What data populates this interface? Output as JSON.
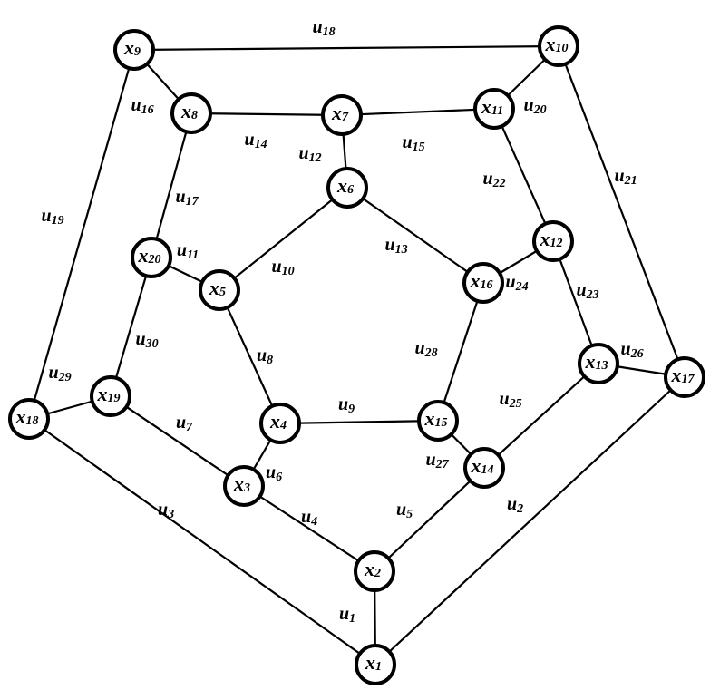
{
  "graph": {
    "nodes": [
      {
        "id": "x1",
        "base": "x",
        "sub": "1"
      },
      {
        "id": "x2",
        "base": "x",
        "sub": "2"
      },
      {
        "id": "x3",
        "base": "x",
        "sub": "3"
      },
      {
        "id": "x4",
        "base": "x",
        "sub": "4"
      },
      {
        "id": "x5",
        "base": "x",
        "sub": "5"
      },
      {
        "id": "x6",
        "base": "x",
        "sub": "6"
      },
      {
        "id": "x7",
        "base": "x",
        "sub": "7"
      },
      {
        "id": "x8",
        "base": "x",
        "sub": "8"
      },
      {
        "id": "x9",
        "base": "x",
        "sub": "9"
      },
      {
        "id": "x10",
        "base": "x",
        "sub": "10"
      },
      {
        "id": "x11",
        "base": "x",
        "sub": "11"
      },
      {
        "id": "x12",
        "base": "x",
        "sub": "12"
      },
      {
        "id": "x13",
        "base": "x",
        "sub": "13"
      },
      {
        "id": "x14",
        "base": "x",
        "sub": "14"
      },
      {
        "id": "x15",
        "base": "x",
        "sub": "15"
      },
      {
        "id": "x16",
        "base": "x",
        "sub": "16"
      },
      {
        "id": "x17",
        "base": "x",
        "sub": "17"
      },
      {
        "id": "x18",
        "base": "x",
        "sub": "18"
      },
      {
        "id": "x19",
        "base": "x",
        "sub": "19"
      },
      {
        "id": "x20",
        "base": "x",
        "sub": "20"
      }
    ],
    "edges": [
      {
        "id": "u1",
        "from": "x1",
        "to": "x2",
        "base": "u",
        "sub": "1"
      },
      {
        "id": "u2",
        "from": "x1",
        "to": "x17",
        "base": "u",
        "sub": "2"
      },
      {
        "id": "u3",
        "from": "x1",
        "to": "x18",
        "base": "u",
        "sub": "3"
      },
      {
        "id": "u4",
        "from": "x2",
        "to": "x3",
        "base": "u",
        "sub": "4"
      },
      {
        "id": "u5",
        "from": "x2",
        "to": "x14",
        "base": "u",
        "sub": "5"
      },
      {
        "id": "u6",
        "from": "x3",
        "to": "x4",
        "base": "u",
        "sub": "6"
      },
      {
        "id": "u7",
        "from": "x3",
        "to": "x19",
        "base": "u",
        "sub": "7"
      },
      {
        "id": "u8",
        "from": "x4",
        "to": "x5",
        "base": "u",
        "sub": "8"
      },
      {
        "id": "u9",
        "from": "x4",
        "to": "x15",
        "base": "u",
        "sub": "9"
      },
      {
        "id": "u10",
        "from": "x5",
        "to": "x6",
        "base": "u",
        "sub": "10"
      },
      {
        "id": "u11",
        "from": "x5",
        "to": "x20",
        "base": "u",
        "sub": "11"
      },
      {
        "id": "u12",
        "from": "x6",
        "to": "x7",
        "base": "u",
        "sub": "12"
      },
      {
        "id": "u13",
        "from": "x6",
        "to": "x16",
        "base": "u",
        "sub": "13"
      },
      {
        "id": "u14",
        "from": "x7",
        "to": "x8",
        "base": "u",
        "sub": "14"
      },
      {
        "id": "u15",
        "from": "x7",
        "to": "x11",
        "base": "u",
        "sub": "15"
      },
      {
        "id": "u16",
        "from": "x8",
        "to": "x9",
        "base": "u",
        "sub": "16"
      },
      {
        "id": "u17",
        "from": "x8",
        "to": "x20",
        "base": "u",
        "sub": "17"
      },
      {
        "id": "u18",
        "from": "x9",
        "to": "x10",
        "base": "u",
        "sub": "18"
      },
      {
        "id": "u19",
        "from": "x9",
        "to": "x18",
        "base": "u",
        "sub": "19"
      },
      {
        "id": "u20",
        "from": "x10",
        "to": "x11",
        "base": "u",
        "sub": "20"
      },
      {
        "id": "u21",
        "from": "x10",
        "to": "x17",
        "base": "u",
        "sub": "21"
      },
      {
        "id": "u22",
        "from": "x11",
        "to": "x12",
        "base": "u",
        "sub": "22"
      },
      {
        "id": "u23",
        "from": "x12",
        "to": "x13",
        "base": "u",
        "sub": "23"
      },
      {
        "id": "u24",
        "from": "x12",
        "to": "x16",
        "base": "u",
        "sub": "24"
      },
      {
        "id": "u25",
        "from": "x13",
        "to": "x14",
        "base": "u",
        "sub": "25"
      },
      {
        "id": "u26",
        "from": "x13",
        "to": "x17",
        "base": "u",
        "sub": "26"
      },
      {
        "id": "u27",
        "from": "x14",
        "to": "x15",
        "base": "u",
        "sub": "27"
      },
      {
        "id": "u28",
        "from": "x15",
        "to": "x16",
        "base": "u",
        "sub": "28"
      },
      {
        "id": "u29",
        "from": "x18",
        "to": "x19",
        "base": "u",
        "sub": "29"
      },
      {
        "id": "u30",
        "from": "x19",
        "to": "x20",
        "base": "u",
        "sub": "30"
      }
    ]
  }
}
